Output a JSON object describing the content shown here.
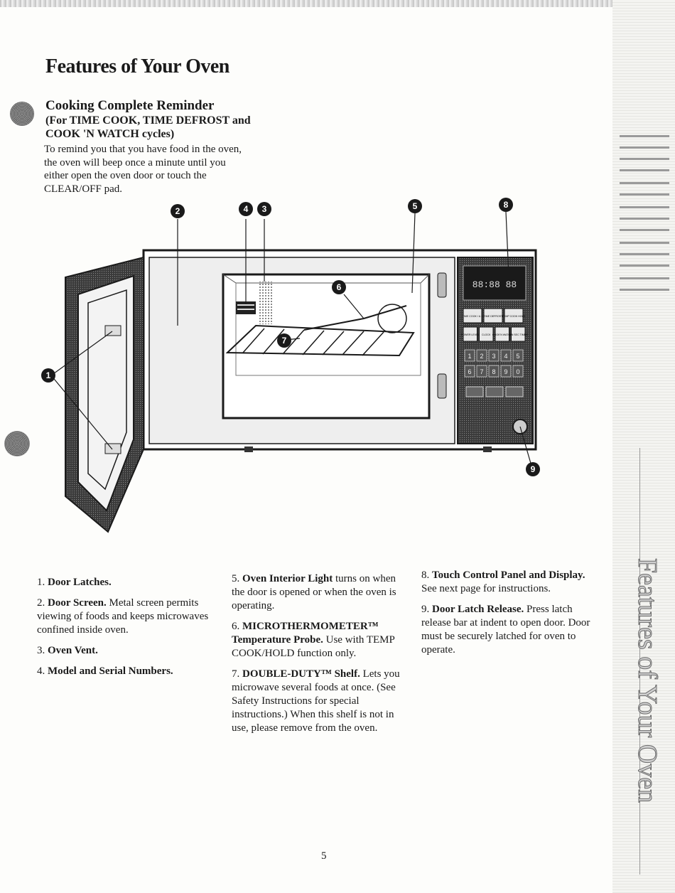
{
  "page": {
    "title": "Features of Your Oven",
    "page_number": "5"
  },
  "reminder": {
    "heading": "Cooking Complete Reminder",
    "subheading": "(For TIME COOK, TIME DEFROST and COOK 'N WATCH cycles)",
    "text": "To remind you that you have food in the oven, the oven will beep once a minute until you either open the oven door or touch the CLEAR/OFF pad."
  },
  "callouts": [
    "1",
    "2",
    "3",
    "4",
    "5",
    "6",
    "7",
    "8",
    "9"
  ],
  "features": [
    {
      "num": "1.",
      "name": "Door Latches.",
      "desc": ""
    },
    {
      "num": "2.",
      "name": "Door Screen.",
      "desc": "Metal screen permits viewing of foods and keeps microwaves confined inside oven."
    },
    {
      "num": "3.",
      "name": "Oven Vent.",
      "desc": ""
    },
    {
      "num": "4.",
      "name": "Model and Serial Numbers.",
      "desc": ""
    },
    {
      "num": "5.",
      "name": "Oven Interior Light",
      "desc": "turns on when the door is opened or when the oven is operating."
    },
    {
      "num": "6.",
      "name": "MICROTHERMOMETER™ Temperature Probe.",
      "desc": "Use with TEMP COOK/HOLD function only."
    },
    {
      "num": "7.",
      "name": "DOUBLE-DUTY™ Shelf.",
      "desc": "Lets you microwave several foods at once. (See Safety Instructions for special instructions.) When this shelf is not in use, please remove from the oven."
    },
    {
      "num": "8.",
      "name": "Touch Control Panel and Display.",
      "desc": "See next page for instructions."
    },
    {
      "num": "9.",
      "name": "Door Latch Release.",
      "desc": "Press latch release bar at indent to open door. Door must be securely latched for oven to operate."
    }
  ],
  "panel": {
    "display": "88:88 88",
    "pad_labels": [
      "TIME COOK I & II",
      "TIME DEFROST",
      "TEMP COOK HOLD",
      "POWER LEVEL",
      "CLOCK",
      "COOK'N WATCH",
      "MIN SEC TIMER"
    ],
    "digits": [
      "1",
      "2",
      "3",
      "4",
      "5",
      "6",
      "7",
      "8",
      "9",
      "0"
    ]
  },
  "colors": {
    "ink": "#1a1a1a",
    "panel": "#2a2a2a",
    "paper": "#fdfdfb"
  }
}
